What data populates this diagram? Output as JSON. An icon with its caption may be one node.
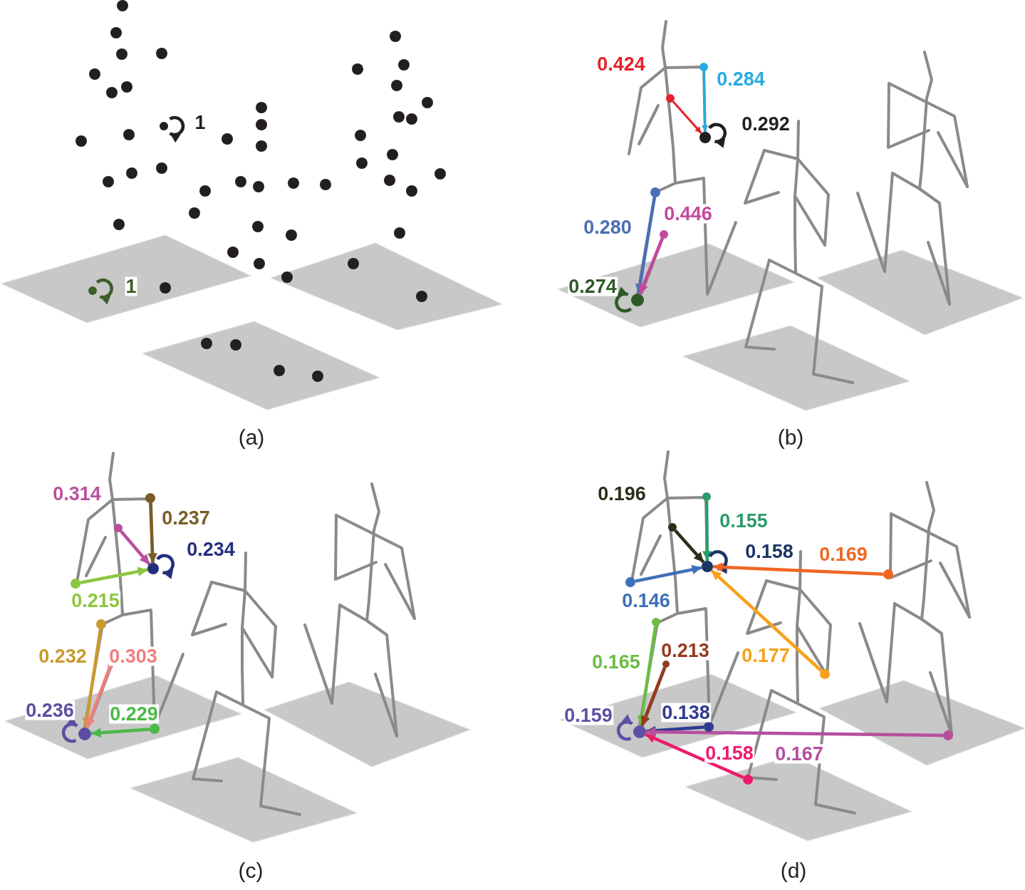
{
  "diagram": {
    "nodes": [
      {
        "text": [],
        "shape": "circle"
      },
      {
        "text": [],
        "shape": "circle"
      },
      {
        "text": [],
        "shape": "circle"
      },
      {
        "text": [],
        "shape": "circle"
      },
      {
        "text": [],
        "shape": "circle"
      },
      {
        "text": [],
        "shape": "circle"
      },
      {
        "text": [],
        "shape": "circle"
      },
      {
        "text": [],
        "shape": "circle"
      },
      {
        "text": [],
        "shape": "circle"
      },
      {
        "text": [],
        "shape": "circle"
      },
      {
        "text": [],
        "shape": "circle"
      },
      {
        "text": [],
        "shape": "circle"
      },
      {
        "text": [],
        "shape": "circle"
      },
      {
        "text": [],
        "shape": "circle"
      },
      {
        "text": [],
        "shape": "circle"
      },
      {
        "text": [],
        "shape": "circle"
      },
      {
        "text": [],
        "shape": "circle"
      },
      {
        "text": [],
        "shape": "circle"
      },
      {
        "text": [],
        "shape": "circle"
      },
      {
        "text": [],
        "shape": "circle"
      },
      {
        "text": [],
        "shape": "circle"
      },
      {
        "text": [],
        "shape": "circle"
      },
      {
        "text": [],
        "shape": "circle"
      },
      {
        "text": [],
        "shape": "circle"
      },
      {
        "text": [],
        "shape": "circle"
      },
      {
        "text": [],
        "shape": "circle"
      },
      {
        "text": [],
        "shape": "circle"
      },
      {
        "text": [],
        "shape": "circle"
      }
    ],
    "edges": [
      {
        "from": 0,
        "to": 0,
        "arrow": "to",
        "label": "1",
        "color": "#231f20"
      },
      {
        "from": 1,
        "to": 1,
        "arrow": "to",
        "label": "1",
        "color": "#3b5e2b"
      },
      {
        "from": 2,
        "to": 4,
        "arrow": "to",
        "label": "0.424",
        "color": "#e8202a"
      },
      {
        "from": 3,
        "to": 4,
        "arrow": "to",
        "label": "0.284",
        "color": "#27aae1"
      },
      {
        "from": 4,
        "to": 4,
        "arrow": "to",
        "label": "0.292",
        "color": "#231f20"
      },
      {
        "from": 5,
        "to": 7,
        "arrow": "to",
        "label": "0.280",
        "color": "#4a6fb5"
      },
      {
        "from": 6,
        "to": 7,
        "arrow": "to",
        "label": "0.446",
        "color": "#c2499d"
      },
      {
        "from": 7,
        "to": 7,
        "arrow": "to",
        "label": "0.274",
        "color": "#2e5a26"
      },
      {
        "from": 8,
        "to": 10,
        "arrow": "to",
        "label": "0.314",
        "color": "#b9509d"
      },
      {
        "from": 9,
        "to": 10,
        "arrow": "to",
        "label": "0.237",
        "color": "#7a5c26"
      },
      {
        "from": 10,
        "to": 10,
        "arrow": "to",
        "label": "0.234",
        "color": "#252e7e"
      },
      {
        "from": 11,
        "to": 10,
        "arrow": "to",
        "label": "0.215",
        "color": "#8dc63f"
      },
      {
        "from": 12,
        "to": 15,
        "arrow": "to",
        "label": "0.232",
        "color": "#c99a2e"
      },
      {
        "from": 13,
        "to": 15,
        "arrow": "to",
        "label": "0.303",
        "color": "#f07f7f"
      },
      {
        "from": 14,
        "to": 15,
        "arrow": "to",
        "label": "0.229",
        "color": "#4cb848"
      },
      {
        "from": 15,
        "to": 15,
        "arrow": "to",
        "label": "0.236",
        "color": "#5d4ea2"
      },
      {
        "from": 16,
        "to": 18,
        "arrow": "to",
        "label": "0.196",
        "color": "#2d2d1a"
      },
      {
        "from": 17,
        "to": 18,
        "arrow": "to",
        "label": "0.155",
        "color": "#2c9b6a"
      },
      {
        "from": 18,
        "to": 18,
        "arrow": "to",
        "label": "0.158",
        "color": "#1c3566"
      },
      {
        "from": 20,
        "to": 18,
        "arrow": "to",
        "label": "0.169",
        "color": "#f26522"
      },
      {
        "from": 19,
        "to": 18,
        "arrow": "to",
        "label": "0.146",
        "color": "#3f6fb8"
      },
      {
        "from": 23,
        "to": 18,
        "arrow": "to",
        "label": "0.177",
        "color": "#f7a11a"
      },
      {
        "from": 21,
        "to": 27,
        "arrow": "to",
        "label": "0.165",
        "color": "#6bbd45"
      },
      {
        "from": 22,
        "to": 27,
        "arrow": "to",
        "label": "0.213",
        "color": "#963a1f"
      },
      {
        "from": 24,
        "to": 27,
        "arrow": "to",
        "label": "0.138",
        "color": "#2e3b8f"
      },
      {
        "from": 27,
        "to": 27,
        "arrow": "to",
        "label": "0.159",
        "color": "#5c51a3"
      },
      {
        "from": 25,
        "to": 27,
        "arrow": "to",
        "label": "0.158",
        "color": "#ec1c6c"
      },
      {
        "from": 26,
        "to": 27,
        "arrow": "to",
        "label": "0.167",
        "color": "#b64f9e"
      }
    ],
    "labels": [
      "(a)",
      "(b)",
      "(c)",
      "(d)"
    ]
  }
}
